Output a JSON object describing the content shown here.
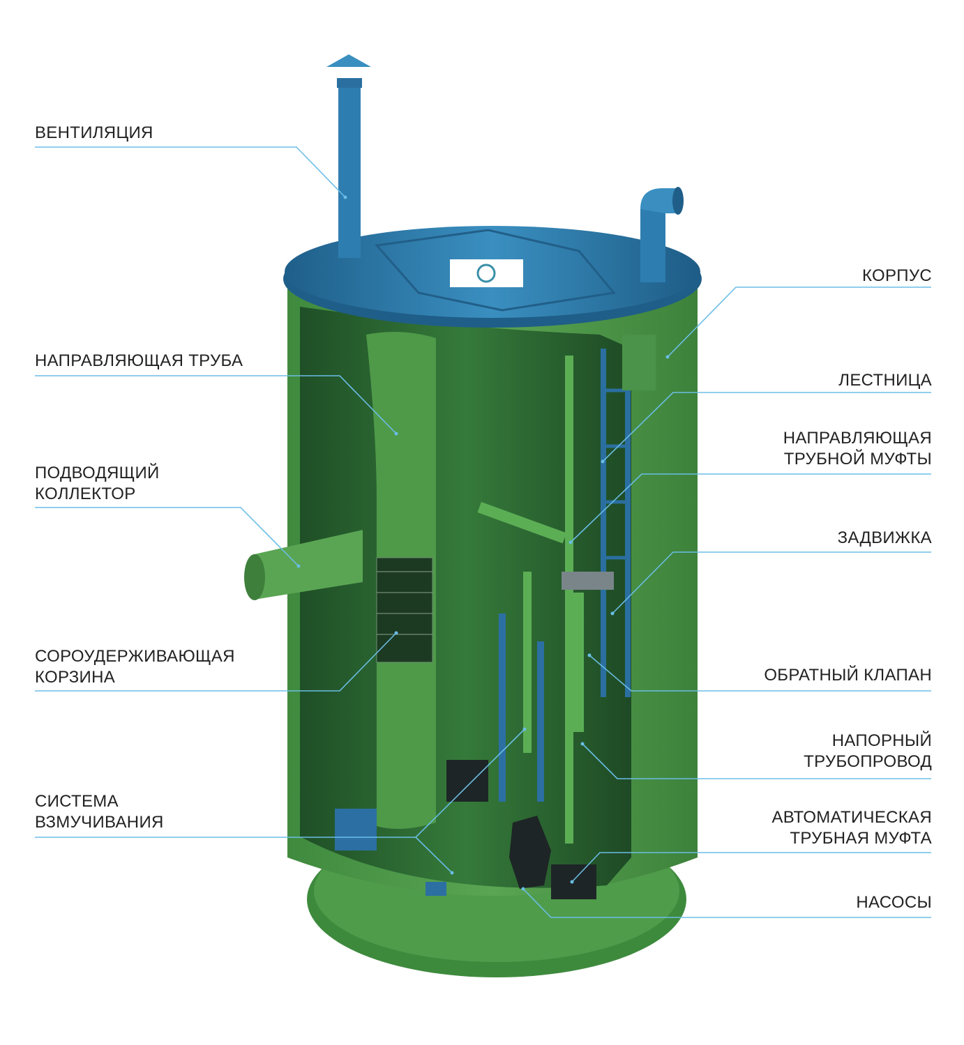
{
  "colors": {
    "leader_line": "#6bbde6",
    "tank_green": "#4f9a4a",
    "interior_green": "#2f6a35",
    "lid_blue": "#2f7fae",
    "text": "#222222"
  },
  "labels_left": [
    {
      "lines": [
        "ВЕНТИЛЯЦИЯ"
      ]
    },
    {
      "lines": [
        "НАПРАВЛЯЮЩАЯ ТРУБА"
      ]
    },
    {
      "lines": [
        "ПОДВОДЯЩИЙ",
        "КОЛЛЕКТОР"
      ]
    },
    {
      "lines": [
        "СОРОУДЕРЖИВАЮЩАЯ",
        "КОРЗИНА"
      ]
    },
    {
      "lines": [
        "СИСТЕМА",
        "ВЗМУЧИВАНИЯ"
      ]
    }
  ],
  "labels_right": [
    {
      "lines": [
        "КОРПУС"
      ]
    },
    {
      "lines": [
        "ЛЕСТНИЦА"
      ]
    },
    {
      "lines": [
        "НАПРАВЛЯЮЩАЯ",
        "ТРУБНОЙ МУФТЫ"
      ]
    },
    {
      "lines": [
        "ЗАДВИЖКА"
      ]
    },
    {
      "lines": [
        "ОБРАТНЫЙ КЛАПАН"
      ]
    },
    {
      "lines": [
        "НАПОРНЫЙ",
        "ТРУБОПРОВОД"
      ]
    },
    {
      "lines": [
        "АВТОМАТИЧЕСКАЯ",
        "ТРУБНАЯ МУФТА"
      ]
    },
    {
      "lines": [
        "НАСОСЫ"
      ]
    }
  ]
}
